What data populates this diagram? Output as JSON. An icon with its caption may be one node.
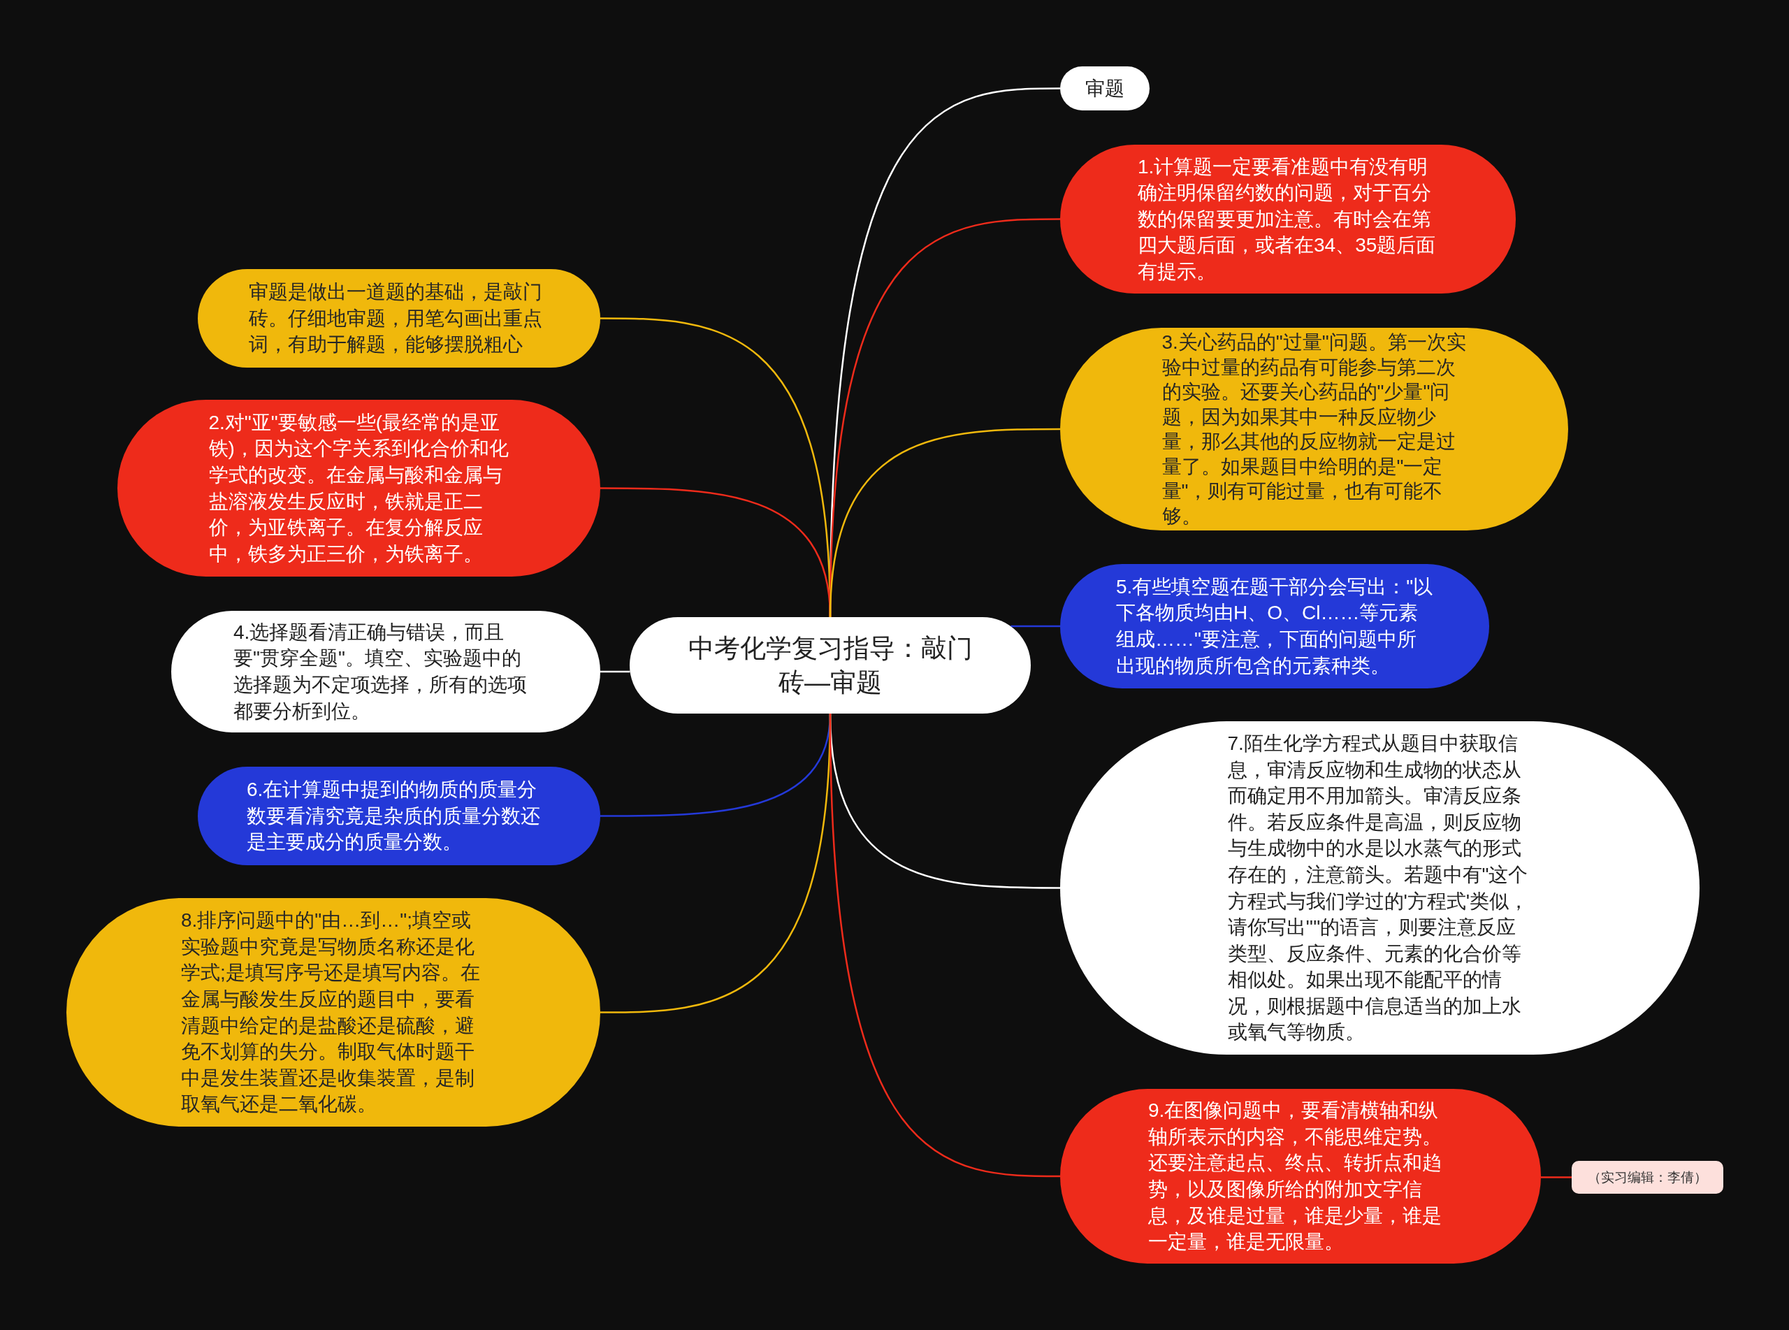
{
  "diagram": {
    "nodes": [
      {
        "text": [
          "中考化学复习指导：敲门砖—审题"
        ]
      },
      {
        "text": [
          "审题"
        ]
      },
      {
        "text": [
          "审题是做出一道题的基础，是敲门砖。仔细地审题，用笔勾画出重点词，有助于解题，能够摆脱粗心"
        ]
      },
      {
        "text": [
          "1.计算题一定要看准题中有没有明确注明保留约数的问题，对于百分数的保留要更加注意。有时会在第四大题后面，或者在34、35题后面有提示。"
        ]
      },
      {
        "text": [
          "2.对\"亚\"要敏感一些(最经常的是亚铁)，因为这个字关系到化合价和化学式的改变。在金属与酸和金属与盐溶液发生反应时，铁就是正二价，为亚铁离子。在复分解反应中，铁多为正三价，为铁离子。"
        ]
      },
      {
        "text": [
          "3.关心药品的\"过量\"问题。第一次实验中过量的药品有可能参与第二次的实验。还要关心药品的\"少量\"问题，因为如果其中一种反应物少量，那么其他的反应物就一定是过量了。如果题目中给明的是\"一定量\"，则有可能过量，也有可能不够。"
        ]
      },
      {
        "text": [
          "4.选择题看清正确与错误，而且要\"贯穿全题\"。填空、实验题中的选择题为不定项选择，所有的选项都要分析到位。"
        ]
      },
      {
        "text": [
          "5.有些填空题在题干部分会写出：\"以下各物质均由H、O、Cl……等元素组成……\"要注意，下面的问题中所出现的物质所包含的元素种类。"
        ]
      },
      {
        "text": [
          "6.在计算题中提到的物质的质量分数要看清究竟是杂质的质量分数还是主要成分的质量分数。"
        ]
      },
      {
        "text": [
          "7.陌生化学方程式从题目中获取信息，审清反应物和生成物的状态从而确定用不用加箭头。审清反应条件。若反应条件是高温，则反应物与生成物中的水是以水蒸气的形式存在的，注意箭头。若题中有\"这个方程式与我们学过的'方程式'类似，请你写出''\"的语言，则要注意反应类型、反应条件、元素的化合价等相似处。如果出现不能配平的情况，则根据题中信息适当的加上水或氧气等物质。"
        ]
      },
      {
        "text": [
          "8.排序问题中的\"由…到…\";填空或实验题中究竟是写物质名称还是化学式;是填写序号还是填写内容。在金属与酸发生反应的题目中，要看清题中给定的是盐酸还是硫酸，避免不划算的失分。制取气体时题干中是发生装置还是收集装置，是制取氧气还是二氧化碳。"
        ]
      },
      {
        "text": [
          "9.在图像问题中，要看清横轴和纵轴所表示的内容，不能思维定势。还要注意起点、终点、转折点和趋势，以及图像所给的附加文字信息，及谁是过量，谁是少量，谁是一定量，谁是无限量。"
        ]
      },
      {
        "text": [
          "（实习编辑：李倩）"
        ]
      }
    ],
    "edges": [
      {
        "from": 0,
        "to": 1,
        "arrow": "none",
        "color": "#ffffff"
      },
      {
        "from": 0,
        "to": 2,
        "arrow": "none",
        "color": "#f0b80c"
      },
      {
        "from": 0,
        "to": 3,
        "arrow": "none"
      },
      {
        "from": 0,
        "to": 4,
        "arrow": "none"
      },
      {
        "from": 0,
        "to": 5,
        "arrow": "none",
        "color": "#f0b80c"
      },
      {
        "from": 0,
        "to": 6,
        "arrow": "none",
        "color": "#ffffff"
      },
      {
        "from": 0,
        "to": 7,
        "arrow": "none",
        "color": "#2439d8"
      },
      {
        "from": 0,
        "to": 8,
        "arrow": "none",
        "color": "#2439d8"
      },
      {
        "from": 0,
        "to": 9,
        "arrow": "none",
        "color": "#ffffff"
      },
      {
        "from": 0,
        "to": 10,
        "arrow": "none",
        "color": "#f0b80c"
      },
      {
        "from": 0,
        "to": 11,
        "arrow": "none"
      },
      {
        "from": 11,
        "to": 12,
        "arrow": "none"
      }
    ]
  }
}
